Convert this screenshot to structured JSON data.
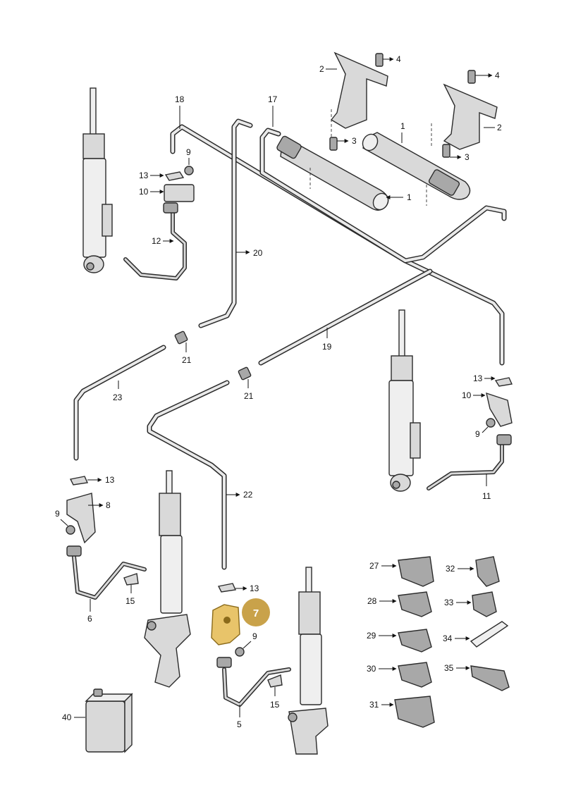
{
  "colors": {
    "highlight": "#e8c46a",
    "badge": "#c9a24a",
    "line": "#2b2b2b",
    "part": "#d9d9d9"
  },
  "callouts": {
    "c1a": "1",
    "c1b": "1",
    "c2a": "2",
    "c2b": "2",
    "c3a": "3",
    "c3b": "3",
    "c4a": "4",
    "c4b": "4",
    "c5": "5",
    "c6": "6",
    "c7": "7",
    "c8": "8",
    "c9a": "9",
    "c9b": "9",
    "c9c": "9",
    "c9d": "9",
    "c10a": "10",
    "c10b": "10",
    "c11": "11",
    "c12": "12",
    "c13a": "13",
    "c13b": "13",
    "c13c": "13",
    "c13d": "13",
    "c15a": "15",
    "c15b": "15",
    "c17": "17",
    "c18": "18",
    "c19": "19",
    "c20": "20",
    "c21a": "21",
    "c21b": "21",
    "c22": "22",
    "c23": "23",
    "c27": "27",
    "c28": "28",
    "c29": "29",
    "c30": "30",
    "c31": "31",
    "c32": "32",
    "c33": "33",
    "c34": "34",
    "c35": "35",
    "c40": "40"
  }
}
